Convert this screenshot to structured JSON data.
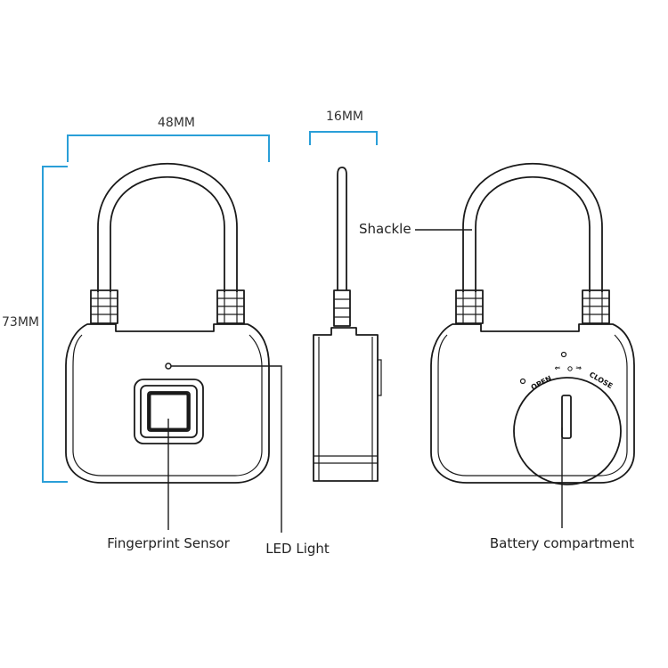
{
  "dimensions": {
    "width": "48MM",
    "depth": "16MM",
    "height": "73MM"
  },
  "labels": {
    "fingerprint_sensor": "Fingerprint Sensor",
    "led_light": "LED Light",
    "shackle": "Shackle",
    "battery_compartment": "Battery compartment"
  },
  "battery_cover": {
    "open": "OPEN",
    "close": "CLOSE"
  },
  "colors": {
    "dimension_line": "#2a9fd8",
    "outline": "#1a1a1a"
  }
}
